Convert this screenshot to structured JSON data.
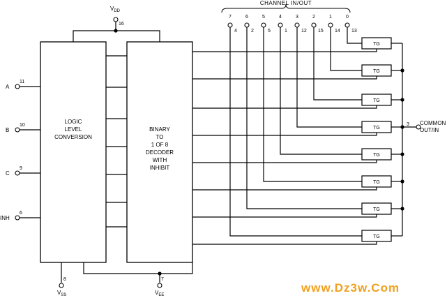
{
  "supply": {
    "vdd_label": "V",
    "vdd_sub": "DD",
    "vdd_pin": "16",
    "vss_label": "V",
    "vss_sub": "SS",
    "vss_pin": "8",
    "vee_label": "V",
    "vee_sub": "EE",
    "vee_pin": "7"
  },
  "inputs": [
    {
      "label": "A",
      "pin": "11"
    },
    {
      "label": "B",
      "pin": "10"
    },
    {
      "label": "C",
      "pin": "9"
    },
    {
      "label": "INH",
      "pin": "6"
    }
  ],
  "blocks": {
    "logic": [
      "LOGIC",
      "LEVEL",
      "CONVERSION"
    ],
    "decoder": [
      "BINARY",
      "TO",
      "1 OF 8",
      "DECODER",
      "WITH",
      "INHIBIT"
    ]
  },
  "channel_header": "CHANNEL IN/OUT",
  "channels": [
    {
      "num": "7",
      "pin": "4"
    },
    {
      "num": "6",
      "pin": "2"
    },
    {
      "num": "5",
      "pin": "5"
    },
    {
      "num": "4",
      "pin": "1"
    },
    {
      "num": "3",
      "pin": "12"
    },
    {
      "num": "2",
      "pin": "15"
    },
    {
      "num": "1",
      "pin": "14"
    },
    {
      "num": "0",
      "pin": "13"
    }
  ],
  "gate_label": "TG",
  "common": {
    "pin": "3",
    "line1": "COMMON",
    "line2": "OUT/IN"
  },
  "watermark": "www.Dz3w.Com"
}
